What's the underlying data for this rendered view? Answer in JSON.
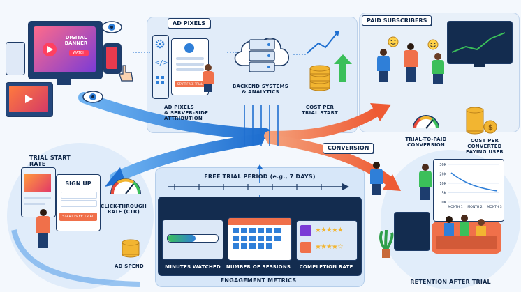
{
  "title_free_trial": "FREE TRIAL PERIOD (e.g., 7 DAYS)",
  "header_ad_pixels": "AD PIXELS",
  "header_paid_subscribers": "PAID SUBSCRIBERS",
  "banner_text": "DIGITAL BANNER",
  "banner_button": "WATCH",
  "signup_title": "SIGN UP",
  "signup_button": "START FREE TRIAL",
  "pixel_form_button": "START FREE TRIAL",
  "labels": {
    "ad_pixels_attribution": "AD PIXELS\n& SERVER-SIDE\nATTRIBUTION",
    "backend": "BACKEND SYSTEMS\n& ANALYTICS",
    "cost_per_trial": "COST PER\nTRIAL START",
    "conversion": "CONVERSION",
    "trial_to_paid": "TRIAL-TO-PAID\nCONVERSION",
    "cost_per_converted": "COST PER\nCONVERTED\nPAYING USER",
    "trial_start_rate": "TRIAL START\nRATE",
    "ctr": "CLICK-THROUGH\nRATE (CTR)",
    "ad_spend": "AD SPEND",
    "minutes_watched": "MINUTES WATCHED",
    "number_of_sessions": "NUMBER OF SESSIONS",
    "completion_rate": "COMPLETION RATE",
    "engagement_metrics": "ENGAGEMENT METRICS",
    "retention_after_trial": "RETENTION AFTER TRIAL"
  },
  "retention_chart": {
    "y_ticks": [
      "30K",
      "20K",
      "10K",
      "5K",
      "0K"
    ],
    "x_ticks": [
      "MONTH 1",
      "MONTH 2",
      "MONTH 3"
    ]
  },
  "colors": {
    "blue_flow": "#2f7fd8",
    "orange_flow": "#f0704a",
    "navy": "#0f2647",
    "coin": "#f2b531",
    "green_arrow": "#3bbf5a"
  }
}
